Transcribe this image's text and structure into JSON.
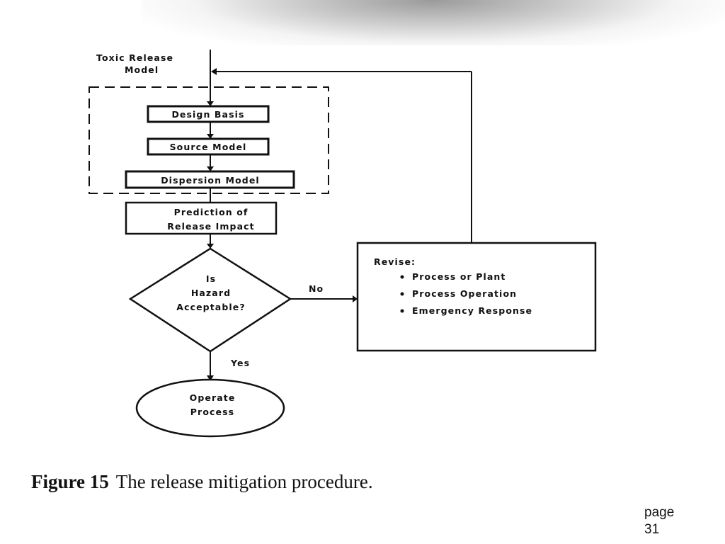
{
  "diagram": {
    "input_label": [
      "Toxic Release",
      "Model"
    ],
    "design_basis": "Design Basis",
    "source_model": "Source Model",
    "dispersion_model": "Dispersion Model",
    "prediction": [
      "Prediction of",
      "Release Impact"
    ],
    "decision": [
      "Is",
      "Hazard",
      "Acceptable?"
    ],
    "no_label": "No",
    "yes_label": "Yes",
    "revise_title": "Revise:",
    "revise_items": [
      "Process or Plant",
      "Process Operation",
      "Emergency Response"
    ],
    "terminal": [
      "Operate",
      "Process"
    ]
  },
  "caption": {
    "number": "Figure 15",
    "text": "The release mitigation procedure."
  },
  "page": {
    "label": "page",
    "number": "31"
  }
}
